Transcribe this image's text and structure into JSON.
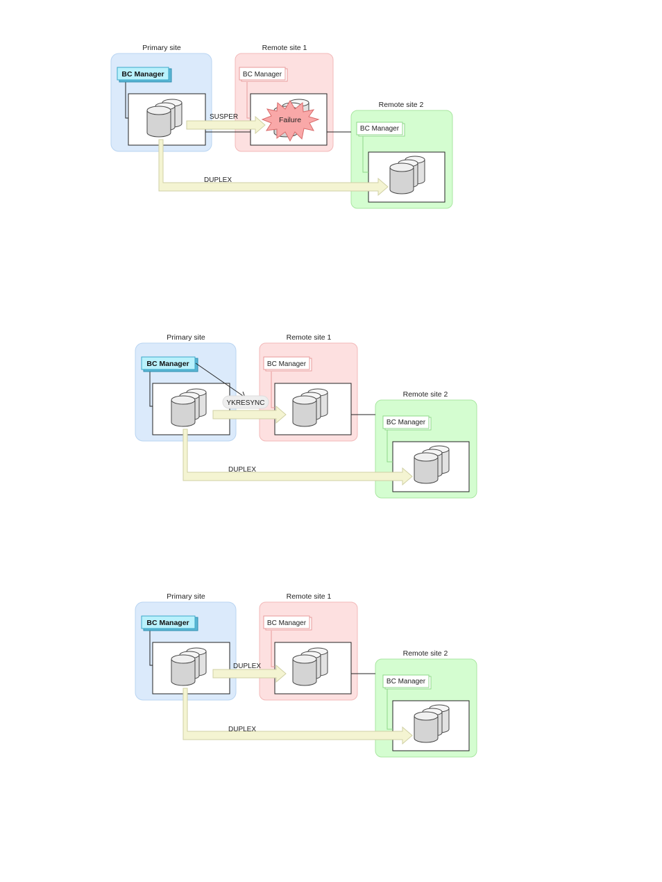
{
  "colors": {
    "primary_bg": "#dbeafb",
    "primary_border": "#b8d4f2",
    "remote1_bg": "#fde0e0",
    "remote1_border": "#f2b8b8",
    "remote2_bg": "#d4fdd0",
    "remote2_border": "#a8e6a0",
    "arrow_fill": "#f4f4d2",
    "arrow_stroke": "#d0d0a4",
    "bc_primary_fill": "#b9f1fc",
    "bc_primary_stroke": "#3aa8c8",
    "bc_remote1_stroke": "#e89a9a",
    "bc_remote2_stroke": "#8ed888",
    "failure_fill": "#f9a8a8",
    "failure_stroke": "#d86a6a"
  },
  "diagrams": [
    {
      "primary_label": "Primary site",
      "remote1_label": "Remote site 1",
      "remote2_label": "Remote site 2",
      "bc_manager_primary": "BC Manager",
      "bc_manager_remote1": "BC Manager",
      "bc_manager_remote2": "BC Manager",
      "link1_label": "SUSPER",
      "link2_label": "DUPLEX",
      "failure_label": "Failure"
    },
    {
      "primary_label": "Primary site",
      "remote1_label": "Remote site 1",
      "remote2_label": "Remote site 2",
      "bc_manager_primary": "BC Manager",
      "bc_manager_remote1": "BC Manager",
      "bc_manager_remote2": "BC Manager",
      "command_label": "YKRESYNC",
      "link2_label": "DUPLEX"
    },
    {
      "primary_label": "Primary site",
      "remote1_label": "Remote site 1",
      "remote2_label": "Remote site 2",
      "bc_manager_primary": "BC Manager",
      "bc_manager_remote1": "BC Manager",
      "bc_manager_remote2": "BC Manager",
      "link1_label": "DUPLEX",
      "link2_label": "DUPLEX"
    }
  ]
}
